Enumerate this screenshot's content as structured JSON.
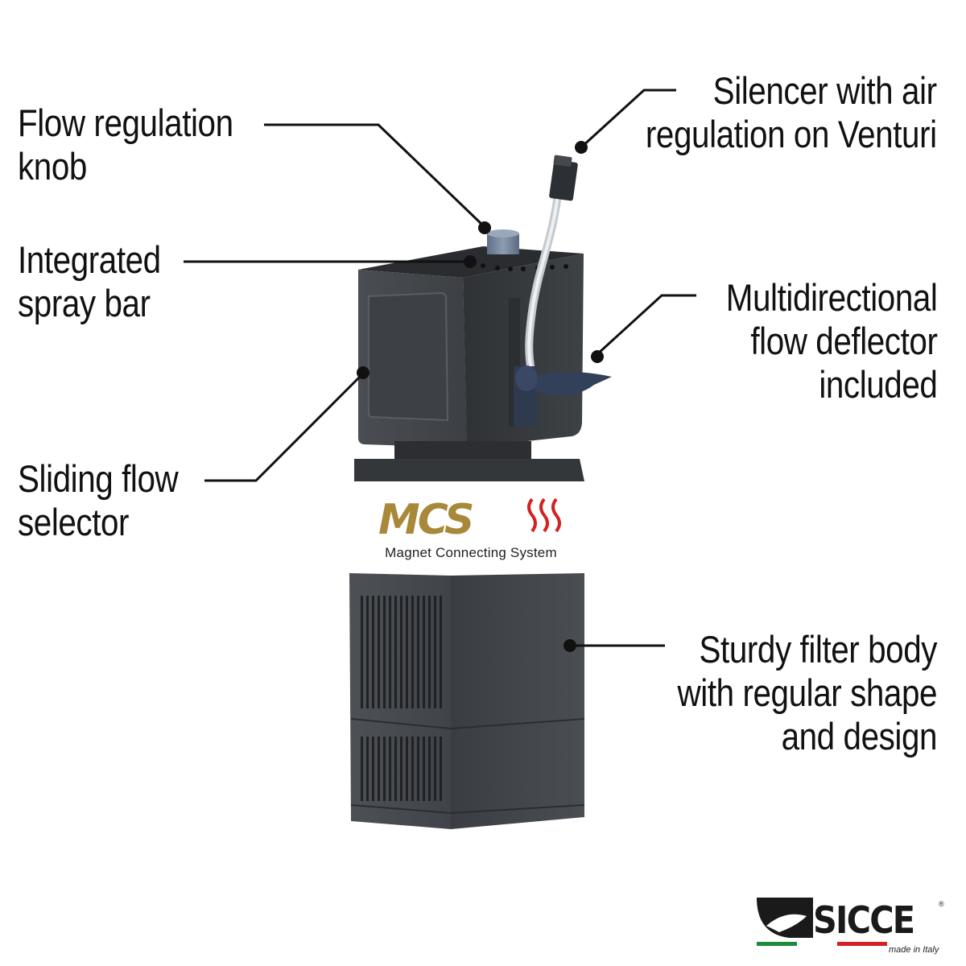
{
  "callouts": {
    "flow_knob": {
      "line1": "Flow regulation",
      "line2": "knob"
    },
    "spray_bar": {
      "line1": "Integrated",
      "line2": "spray bar"
    },
    "flow_selector": {
      "line1": "Sliding flow",
      "line2": "selector"
    },
    "silencer": {
      "line1": "Silencer with air",
      "line2": "regulation on Venturi"
    },
    "deflector": {
      "line1": "Multidirectional",
      "line2": "flow deflector",
      "line3": "included"
    },
    "filter_body": {
      "line1": "Sturdy filter body",
      "line2": "with regular shape",
      "line3": "and design"
    }
  },
  "mcs": {
    "logo_text": "MCS",
    "caption": "Magnet Connecting System",
    "colors": {
      "gold": "#a8893a",
      "red": "#d42121",
      "blue": "#2a4a9a"
    }
  },
  "brand": {
    "name": "SICCE",
    "registered": "®",
    "tagline": "made in Italy",
    "flag_colors": [
      "#1b8a3a",
      "#ffffff",
      "#d42121"
    ]
  },
  "colors": {
    "product": "#3a3d40",
    "product_light": "#55595d",
    "leader": "#111111"
  }
}
